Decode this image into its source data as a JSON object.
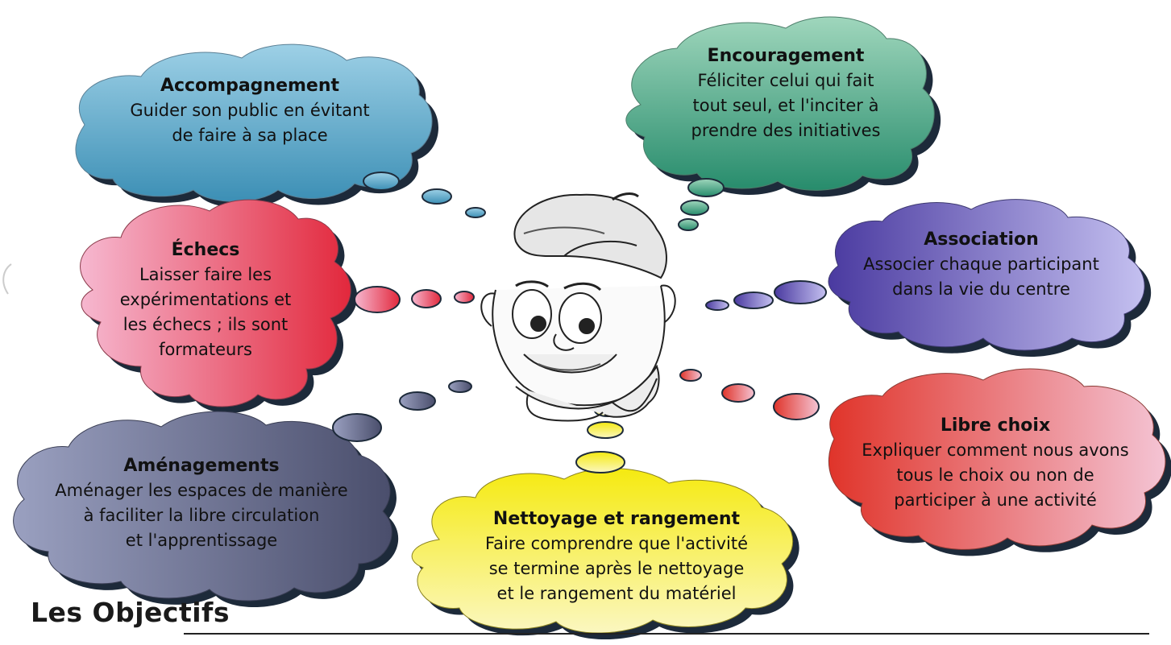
{
  "clouds": {
    "accompagnement": {
      "title": "Accompagnement",
      "lines": [
        "Guider son public en évitant",
        "de faire à sa place"
      ],
      "color": "#4fa0c2"
    },
    "encouragement": {
      "title": "Encouragement",
      "lines": [
        "Féliciter celui qui fait",
        "tout seul, et l'inciter à",
        "prendre des initiatives"
      ],
      "color": "#2f9a7a"
    },
    "echecs": {
      "title": "Échecs",
      "lines": [
        "Laisser faire les",
        "expérimentations et",
        "les échecs ; ils sont",
        "formateurs"
      ],
      "color": "#e8405a"
    },
    "association": {
      "title": "Association",
      "lines": [
        "Associer chaque participant",
        "dans la vie du centre"
      ],
      "color": "#5a50b0"
    },
    "amenagements": {
      "title": "Aménagements",
      "lines": [
        "Aménager les espaces de manière",
        "à faciliter la libre circulation",
        "et l'apprentissage"
      ],
      "color": "#5c6080"
    },
    "nettoyage": {
      "title": "Nettoyage et rangement",
      "lines": [
        "Faire comprendre que l'activité",
        "se termine après le nettoyage",
        "et le rangement du matériel"
      ],
      "color": "#f2ea2a"
    },
    "libre_choix": {
      "title": "Libre choix",
      "lines": [
        "Expliquer comment nous avons",
        "tous le choix ou non de",
        "participer à une activité"
      ],
      "color": "#e24a3c"
    }
  },
  "footer": {
    "title": "Les Objectifs"
  }
}
